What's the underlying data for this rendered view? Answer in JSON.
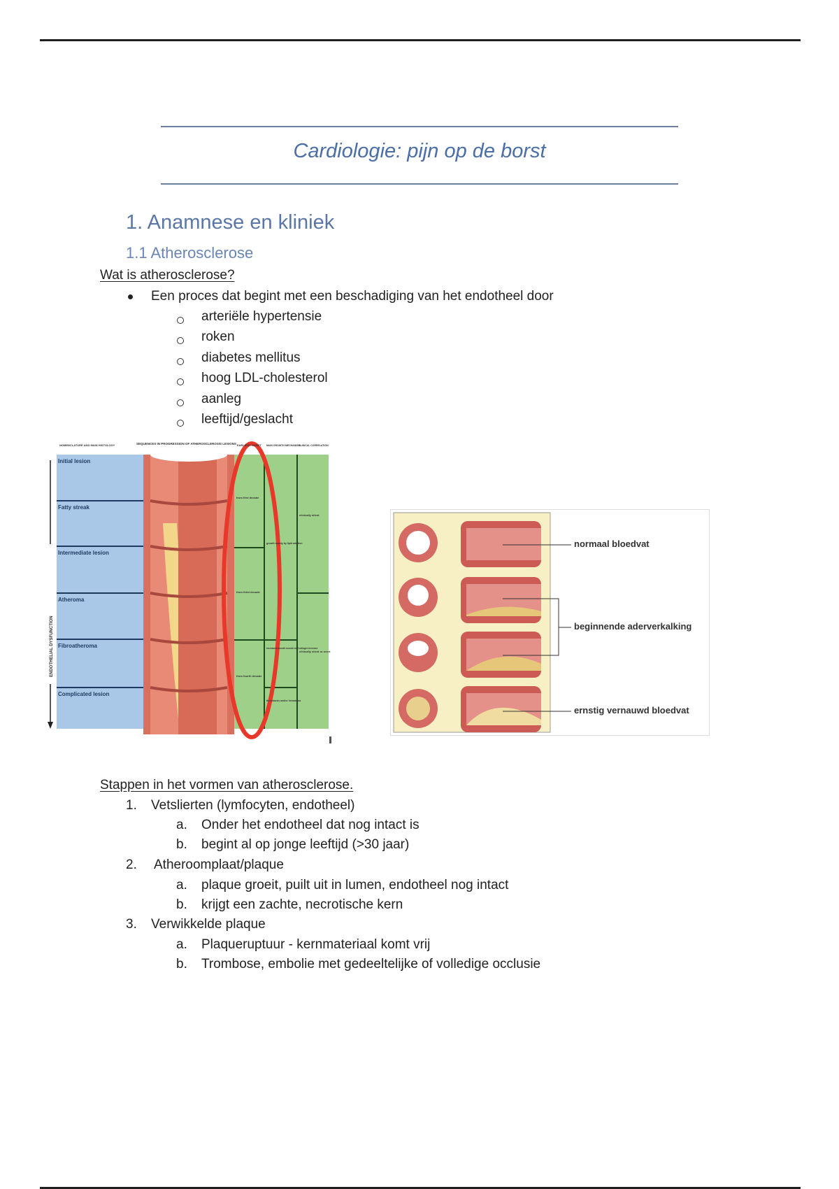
{
  "document": {
    "title": "Cardiologie: pijn op de borst",
    "heading1": "1.  Anamnese en kliniek",
    "heading2": "1.1 Atherosclerose",
    "question": "Wat is atherosclerose?",
    "bullet": "Een proces dat begint met een beschadiging van het endotheel door",
    "risk_factors": [
      "arteriële hypertensie",
      "roken",
      "diabetes mellitus",
      "hoog LDL-cholesterol",
      "aanleg",
      "leeftijd/geslacht"
    ],
    "steps_heading": "Stappen in het vormen van atherosclerose.",
    "steps": [
      {
        "num": "1.",
        "label": "Vetslierten (lymfocyten, endotheel)",
        "sub": [
          {
            "m": "a.",
            "t": "Onder het endotheel dat nog intact is"
          },
          {
            "m": "b.",
            "t": "begint al op jonge leeftijd (>30 jaar)"
          }
        ]
      },
      {
        "num": "2.",
        "label": "Atheroomplaat/plaque",
        "sub": [
          {
            "m": "a.",
            "t": "plaque groeit, puilt uit in lumen, endotheel nog intact"
          },
          {
            "m": "b.",
            "t": "krijgt een zachte, necrotische kern"
          }
        ]
      },
      {
        "num": "3.",
        "label": "Verwikkelde plaque",
        "sub": [
          {
            "m": "a.",
            "t": "Plaqueruptuur - kernmateriaal komt vrij"
          },
          {
            "m": "b.",
            "t": "Trombose, embolie met gedeeltelijke of volledige occlusie"
          }
        ]
      }
    ]
  },
  "figure_progression": {
    "col_headers": [
      "NOMENCLATURE AND MAIN HISTOLOGY",
      "SEQUENCES IN PROGRESSION OF ATHEROSCLEROSIS LESIONS",
      "EARLIEST ONSET",
      "MAIN GROWTH MECHANISM",
      "CLINICAL CORRELATION"
    ],
    "side_label": "ENDOTHELIAL DYSFUNCTION",
    "lesions": [
      "Initial lesion",
      "Fatty streak",
      "Intermediate lesion",
      "Atheroma",
      "Fibroatheroma",
      "Complicated lesion"
    ],
    "onset": [
      "from first decade",
      "from third decade",
      "from fourth decade"
    ],
    "growth": [
      "growth mainly by lipid addition",
      "increased smooth muscle and collagen increase",
      "thrombosis and/or hematoma"
    ],
    "clinical": [
      "clinically silent",
      "clinically silent or overt"
    ]
  },
  "figure_vessels": {
    "labels": [
      "normaal bloedvat",
      "beginnende aderverkalking",
      "ernstig vernauwd bloedvat"
    ]
  }
}
